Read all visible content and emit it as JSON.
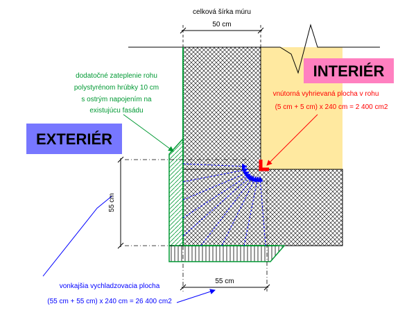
{
  "labels": {
    "wall_width_title": "celková šírka múru",
    "wall_width_value": "50 cm",
    "interior": "INTERIÉR",
    "exterior": "EXTERIÉR",
    "insulation_note": [
      "dodatočné zateplenie rohu",
      "polystyrénom hrúbky 10 cm",
      "s ostrým napojením na",
      "existujúcu fasádu"
    ],
    "inner_area_title": "vnútorná vyhrievaná plocha v rohu",
    "inner_area_formula": "(5 cm + 5 cm) x 240 cm = 2 400 cm2",
    "side_dimension": "55 cm",
    "bottom_dimension": "55 cm",
    "outer_area_title": "vonkajšia vychladzovacia plocha",
    "outer_area_formula": "(55 cm + 55 cm) x 240 cm = 26 400 cm2"
  },
  "colors": {
    "interior_fill": "#ffe9a0",
    "interior_label_bg": "#ff80c0",
    "exterior_label_bg": "#7777ff",
    "insulation_green": "#009933",
    "note_green": "#009933",
    "inner_red": "#ff0000",
    "outer_blue": "#0000ff",
    "hatch": "#000000"
  }
}
